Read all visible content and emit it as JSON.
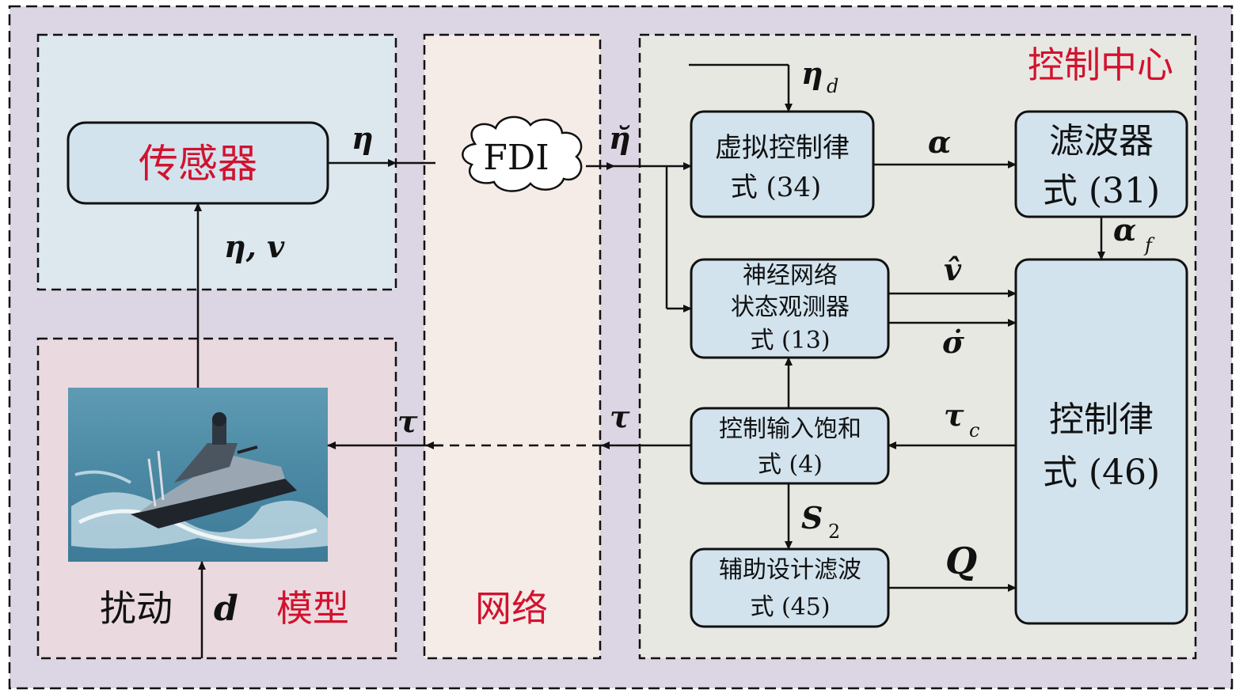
{
  "zones": {
    "control_center": "控制中心",
    "network": "网络",
    "model": "模型",
    "disturbance": "扰动"
  },
  "blocks": {
    "sensor": "传感器",
    "fdi": "FDI",
    "virtual_control": {
      "line1": "虚拟控制律",
      "line2": "式 (34)"
    },
    "filter": {
      "line1": "滤波器",
      "line2": "式 (31)"
    },
    "nn_observer": {
      "line1": "神经网络",
      "line2": "状态观测器",
      "line3": "式 (13)"
    },
    "control_law": {
      "line1": "控制律",
      "line2": "式 (46)"
    },
    "saturation": {
      "line1": "控制输入饱和",
      "line2": "式 (4)"
    },
    "aux_filter": {
      "line1": "辅助设计滤波",
      "line2": "式 (45)"
    }
  },
  "signals": {
    "eta": "η",
    "eta_v": "η, v",
    "eta_breve": "η̆",
    "eta_d": "η",
    "eta_d_sub": "d",
    "alpha": "α",
    "alpha_f": "α",
    "alpha_f_sub": "f",
    "v_hat": "v̂",
    "sigma_dot": "σ̇",
    "tau_c": "τ",
    "tau_c_sub": "c",
    "tau_net": "τ",
    "tau_model": "τ",
    "s2": "S",
    "s2_sub": "2",
    "q": "Q",
    "d": "d"
  },
  "colors": {
    "outer_bg": "#dcd5e3",
    "sensor_zone": "#dde7ee",
    "network_zone": "#f5ece7",
    "control_zone": "#e8e8e3",
    "model_zone": "#ead9de",
    "box_fill": "#d2e3ee",
    "label_red": "#d2122e"
  }
}
